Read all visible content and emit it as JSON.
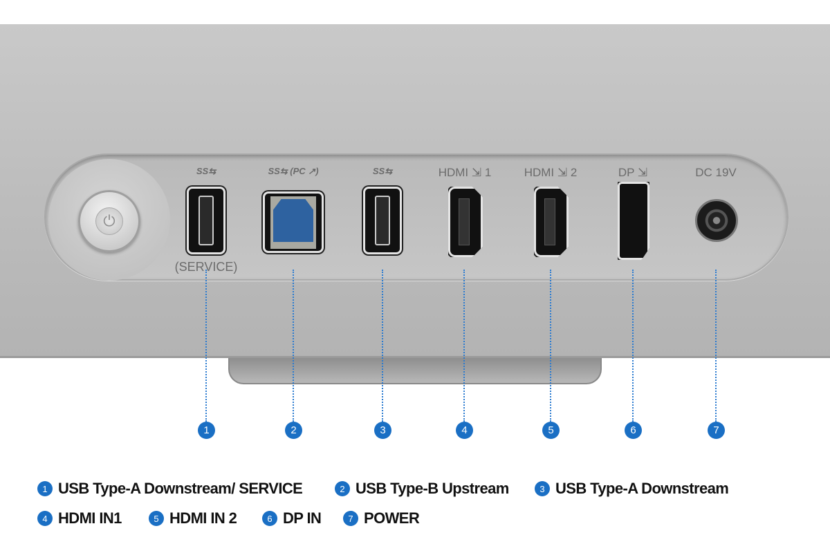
{
  "port_labels": {
    "p1_top": "SS⇆",
    "p1_bottom": "(SERVICE)",
    "p2": "SS⇆ (PC ↗)",
    "p3": "SS⇆",
    "p4": "HDMI ⇲ 1",
    "p5": "HDMI ⇲ 2",
    "p6": "DP ⇲",
    "p7": "DC 19V"
  },
  "callouts": [
    "1",
    "2",
    "3",
    "4",
    "5",
    "6",
    "7"
  ],
  "legend": [
    {
      "num": "1",
      "label": "USB Type-A Downstream/ SERVICE"
    },
    {
      "num": "2",
      "label": "USB Type-B Upstream"
    },
    {
      "num": "3",
      "label": "USB Type-A Downstream"
    },
    {
      "num": "4",
      "label": "HDMI IN1"
    },
    {
      "num": "5",
      "label": "HDMI IN 2"
    },
    {
      "num": "6",
      "label": "DP IN"
    },
    {
      "num": "7",
      "label": "POWER"
    }
  ],
  "colors": {
    "accent": "#1a6fc4",
    "body": "#c0c0c0"
  }
}
